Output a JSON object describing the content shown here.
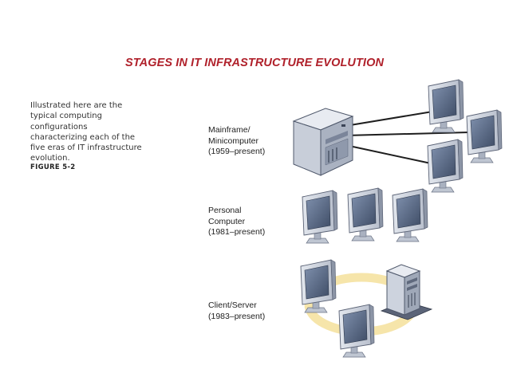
{
  "title": "STAGES IN IT INFRASTRUCTURE EVOLUTION",
  "caption": {
    "lines": [
      "Illustrated here are the",
      "typical computing",
      "configurations",
      "characterizing each of the",
      "five eras of IT infrastructure",
      "evolution."
    ],
    "figure_label": "FIGURE 5-2"
  },
  "stages": [
    {
      "name": "Mainframe/",
      "name2": "Minicomputer",
      "years": "(1959–present)"
    },
    {
      "name": "Personal",
      "name2": "Computer",
      "years": "(1981–present)"
    },
    {
      "name": "Client/Server",
      "years": "(1983–present)"
    }
  ],
  "colors": {
    "title": "#b0212b",
    "screen": "#5e6f8c",
    "device_body": "#c9cfda",
    "device_dark": "#9aa3b3",
    "ring": "#f6e3a0"
  }
}
